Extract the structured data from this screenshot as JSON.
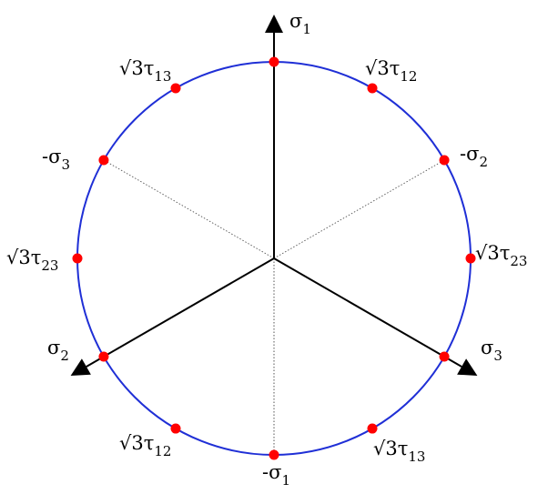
{
  "diagram": {
    "colors": {
      "circle": "#1f2fd6",
      "point": "#ff0000",
      "axis": "#000000",
      "dotted": "#555555"
    },
    "axes": [
      {
        "id": "sigma1",
        "sym": "σ",
        "sub": "1",
        "dir_deg": 90
      },
      {
        "id": "sigma2",
        "sym": "σ",
        "sub": "2",
        "dir_deg": 210
      },
      {
        "id": "sigma3",
        "sym": "σ",
        "sub": "3",
        "dir_deg": 330
      }
    ],
    "neg_axes": [
      {
        "id": "neg-sigma1",
        "sym": "-σ",
        "sub": "1",
        "dir_deg": 270
      },
      {
        "id": "neg-sigma2",
        "sym": "-σ",
        "sub": "2",
        "dir_deg": 30
      },
      {
        "id": "neg-sigma3",
        "sym": "-σ",
        "sub": "3",
        "dir_deg": 150
      }
    ],
    "tau_points": [
      {
        "id": "tau12-upper",
        "pre": "√3τ",
        "sub": "12",
        "dir_deg": 60
      },
      {
        "id": "tau13-upper",
        "pre": "√3τ",
        "sub": "13",
        "dir_deg": 120
      },
      {
        "id": "tau23-left",
        "pre": "√3τ",
        "sub": "23",
        "dir_deg": 180
      },
      {
        "id": "tau12-lower",
        "pre": "√3τ",
        "sub": "12",
        "dir_deg": 240
      },
      {
        "id": "tau13-lower",
        "pre": "√3τ",
        "sub": "13",
        "dir_deg": 300
      },
      {
        "id": "tau23-right",
        "pre": "√3τ",
        "sub": "23",
        "dir_deg": 0
      }
    ]
  }
}
